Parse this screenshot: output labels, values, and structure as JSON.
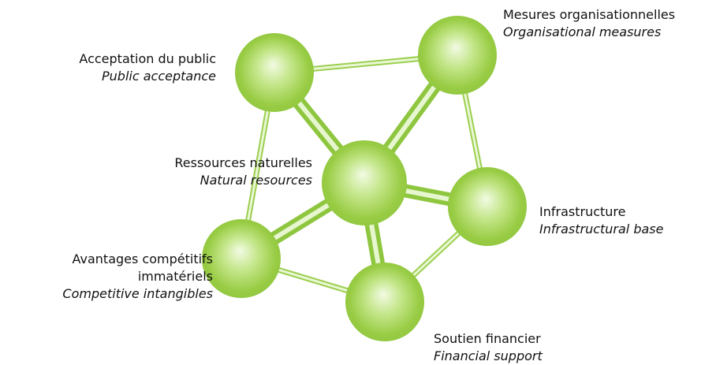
{
  "nodes": [
    {
      "id": "public-acceptance",
      "fr": "Acceptation du public",
      "en": "Public acceptance"
    },
    {
      "id": "organisational-measures",
      "fr": "Mesures organisationnelles",
      "en": "Organisational measures"
    },
    {
      "id": "natural-resources",
      "fr": "Ressources naturelles",
      "en": "Natural resources"
    },
    {
      "id": "infrastructure",
      "fr": "Infrastructure",
      "en": "Infrastructural base"
    },
    {
      "id": "competitive-intangibles",
      "fr_line1": "Avantages compétitifs",
      "fr_line2": "immatériels",
      "en": "Competitive intangibles"
    },
    {
      "id": "financial-support",
      "fr": "Soutien financier",
      "en": "Financial support"
    }
  ],
  "colors": {
    "node_light": "#f2fbe4",
    "node_mid": "#a9d85a",
    "node_dark": "#7fb82d",
    "link_light": "#e8f7d2",
    "link_dark": "#8ec63f",
    "text": "#111111"
  }
}
